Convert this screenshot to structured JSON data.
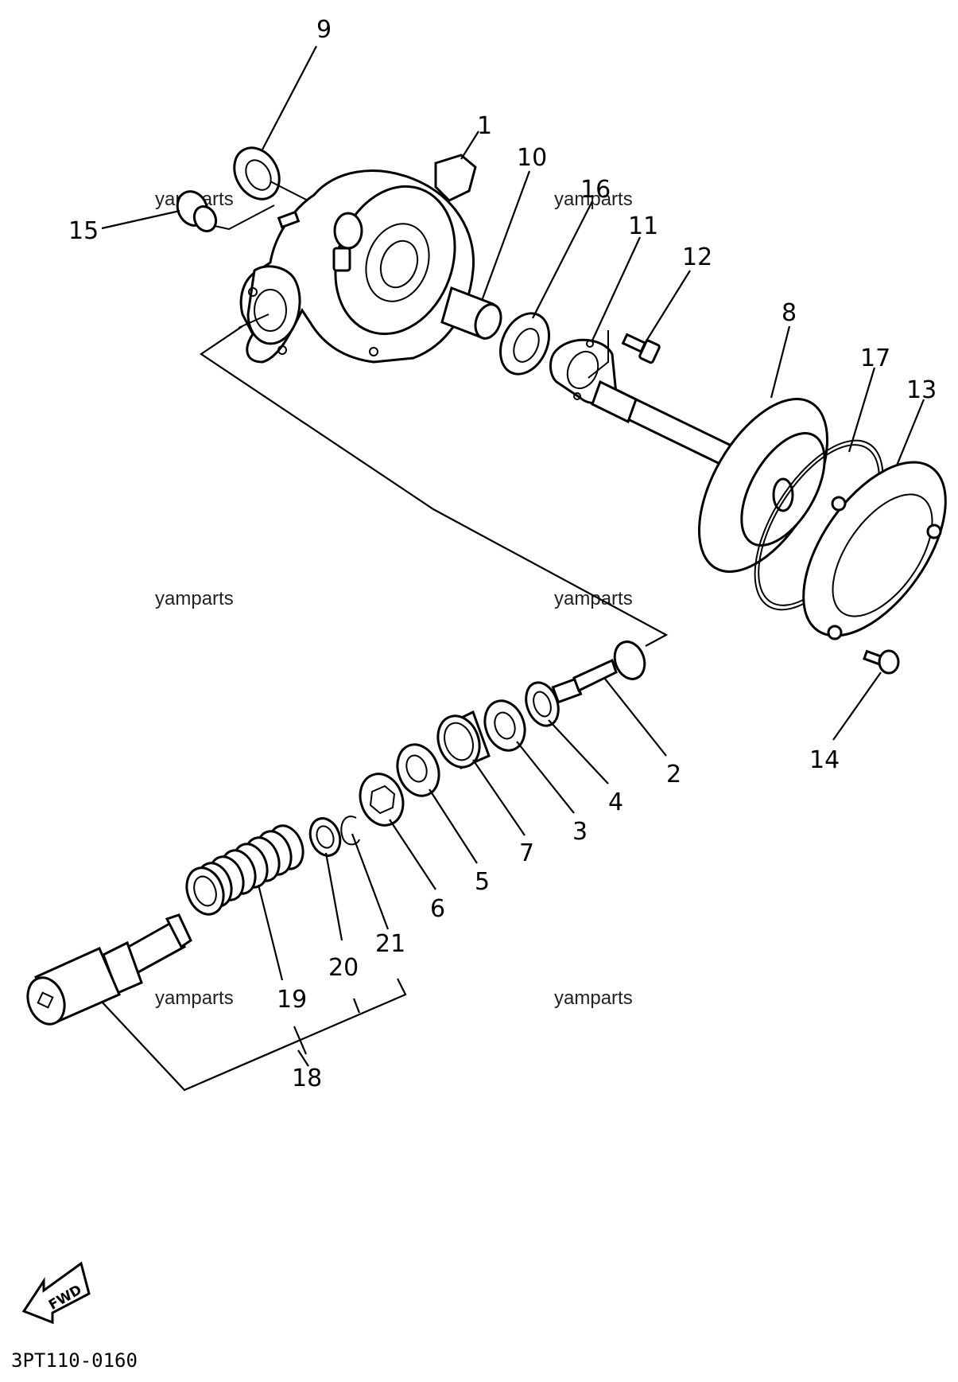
{
  "diagram": {
    "callouts": [
      "1",
      "2",
      "3",
      "4",
      "5",
      "6",
      "7",
      "8",
      "9",
      "10",
      "11",
      "12",
      "13",
      "14",
      "15",
      "16",
      "17",
      "18",
      "19",
      "20",
      "21"
    ],
    "watermark": "yamparts",
    "part_code": "3PT110-0160",
    "direction_label": "FWD"
  }
}
